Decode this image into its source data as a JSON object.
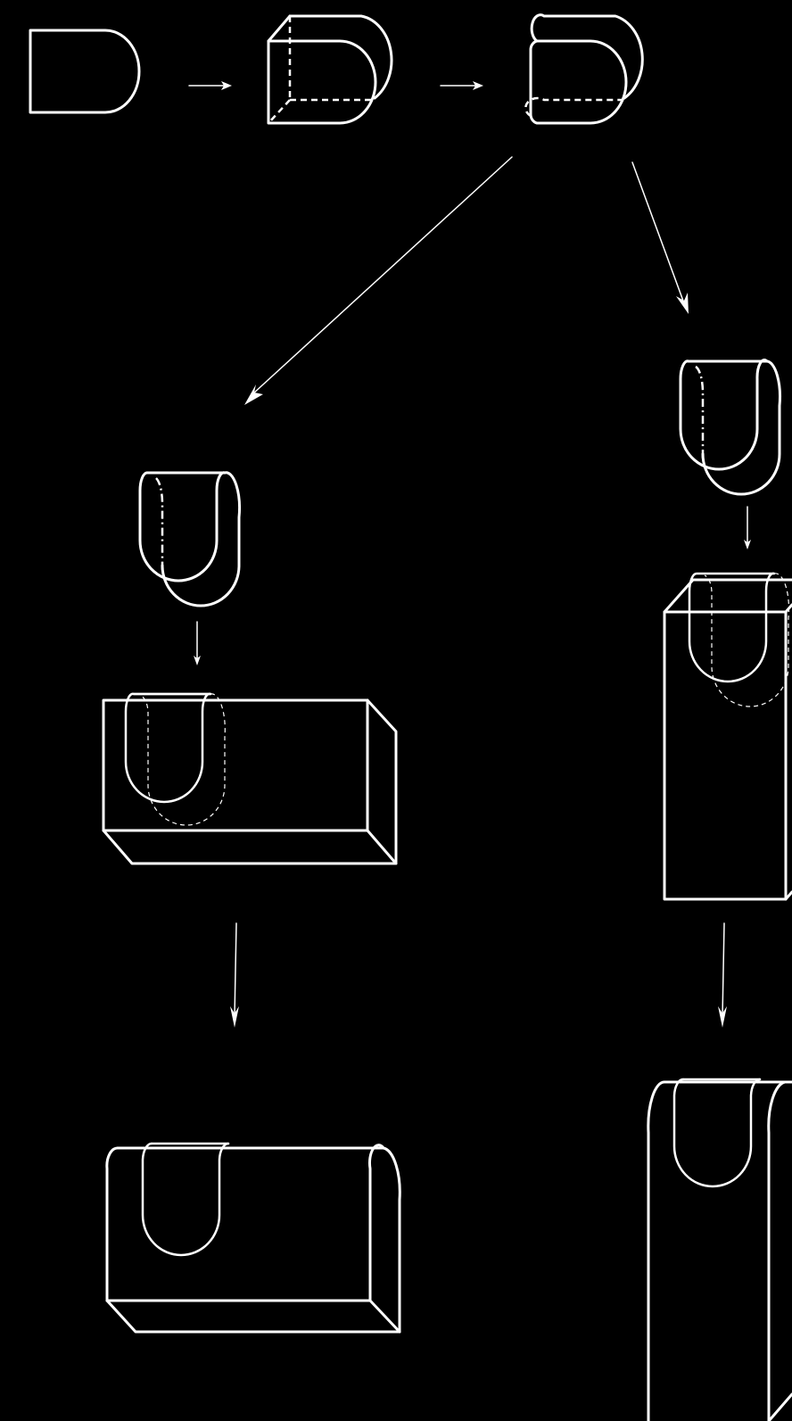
{
  "diagram": {
    "background_color": "#000000",
    "stroke_color": "#ffffff",
    "stages": [
      "d-profile-outline",
      "d-profile-box-extrusion",
      "half-cylinder-solid",
      "rotated-half-cylinder-left",
      "rotated-half-cylinder-right",
      "slotted-block-horizontal",
      "slotted-block-vertical",
      "rounded-block-horizontal",
      "rounded-block-vertical"
    ]
  }
}
